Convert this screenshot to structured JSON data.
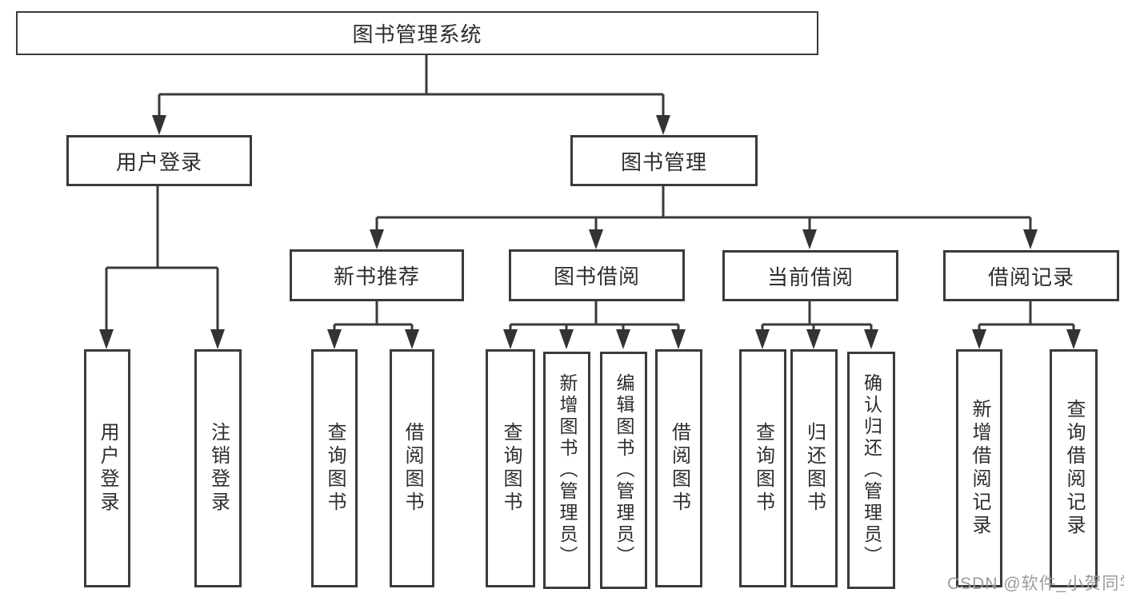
{
  "diagram": {
    "root": {
      "label": "图书管理系统"
    },
    "level2": {
      "user_login": "用户登录",
      "book_management": "图书管理"
    },
    "level3": {
      "new_book_recommend": "新书推荐",
      "book_borrow": "图书借阅",
      "current_borrow": "当前借阅",
      "borrow_record": "借阅记录"
    },
    "level4": {
      "user_login_leaf": "用户登录",
      "logout": "注销登录",
      "query_book_recommend": "查询图书",
      "borrow_book_recommend": "借阅图书",
      "query_book_borrow": "查询图书",
      "add_book_admin": "新增图书（管理员）",
      "edit_book_admin": "编辑图书（管理员）",
      "borrow_book_borrow": "借阅图书",
      "query_book_current": "查询图书",
      "return_book": "归还图书",
      "confirm_return_admin": "确认归还（管理员）",
      "add_borrow_record": "新增借阅记录",
      "query_borrow_record": "查询借阅记录"
    }
  },
  "watermark": {
    "text": "CSDN @软件_小贺同学"
  },
  "colors": {
    "line": "#3a3a3a",
    "text": "#2d2d2d",
    "watermark_gray": "#9b9b9b",
    "background": "#ffffff"
  }
}
